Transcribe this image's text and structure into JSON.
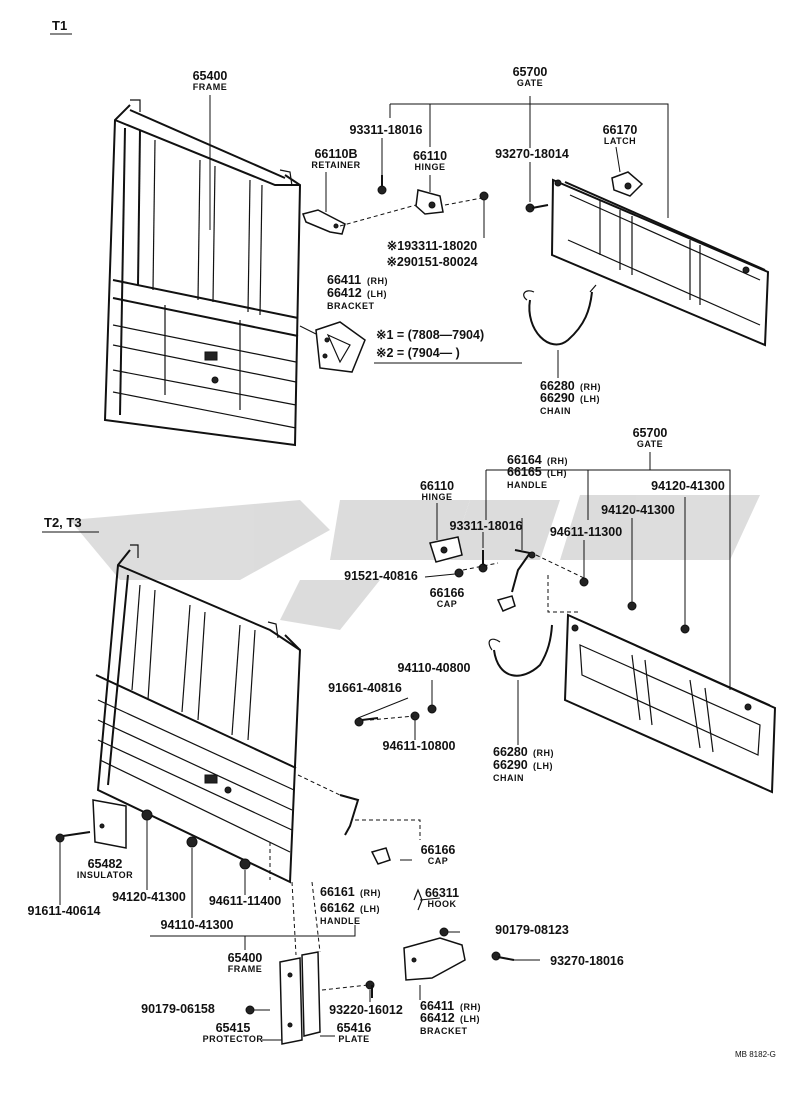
{
  "sections": {
    "t1": "T1",
    "t2": "T2, T3"
  },
  "footer_code": "MB 8182-G",
  "date_notes": {
    "n1": "※1 = (7808—7904)",
    "n2": "※2 = (7904—          )"
  },
  "labels": [
    {
      "id": "t1-frame",
      "pn": "65400",
      "name": "FRAME"
    },
    {
      "id": "t1-gate",
      "pn": "65700",
      "name": "GATE"
    },
    {
      "id": "t1-93311",
      "pn": "93311-18016",
      "name": ""
    },
    {
      "id": "t1-retainer",
      "pn": "66110B",
      "name": "RETAINER"
    },
    {
      "id": "t1-hinge",
      "pn": "66110",
      "name": "HINGE"
    },
    {
      "id": "t1-93270",
      "pn": "93270-18014",
      "name": ""
    },
    {
      "id": "t1-latch",
      "pn": "66170",
      "name": "LATCH"
    },
    {
      "id": "t1-n1",
      "pn": "※193311-18020",
      "name": ""
    },
    {
      "id": "t1-n2",
      "pn": "※290151-80024",
      "name": ""
    },
    {
      "id": "t1-bracket-rh",
      "pn": "66411",
      "name": "(RH)"
    },
    {
      "id": "t1-bracket-lh",
      "pn": "66412",
      "name": "(LH)"
    },
    {
      "id": "t1-bracket",
      "pn": "",
      "name": "BRACKET"
    },
    {
      "id": "t1-chain-rh",
      "pn": "66280",
      "name": "(RH)"
    },
    {
      "id": "t1-chain-lh",
      "pn": "66290",
      "name": "(LH)"
    },
    {
      "id": "t1-chain",
      "pn": "",
      "name": "CHAIN"
    },
    {
      "id": "t2-gate",
      "pn": "65700",
      "name": "GATE"
    },
    {
      "id": "t2-hinge",
      "pn": "66110",
      "name": "HINGE"
    },
    {
      "id": "t2-handle-rh",
      "pn": "66164",
      "name": "(RH)"
    },
    {
      "id": "t2-handle-lh",
      "pn": "66165",
      "name": "(LH)"
    },
    {
      "id": "t2-handle",
      "pn": "",
      "name": "HANDLE"
    },
    {
      "id": "t2-94120a",
      "pn": "94120-41300",
      "name": ""
    },
    {
      "id": "t2-94120b",
      "pn": "94120-41300",
      "name": ""
    },
    {
      "id": "t2-93311",
      "pn": "93311-18016",
      "name": ""
    },
    {
      "id": "t2-94611a",
      "pn": "94611-11300",
      "name": ""
    },
    {
      "id": "t2-91521",
      "pn": "91521-40816",
      "name": ""
    },
    {
      "id": "t2-cap1",
      "pn": "66166",
      "name": "CAP"
    },
    {
      "id": "t2-94110a",
      "pn": "94110-40800",
      "name": ""
    },
    {
      "id": "t2-91661",
      "pn": "91661-40816",
      "name": ""
    },
    {
      "id": "t2-94611b",
      "pn": "94611-10800",
      "name": ""
    },
    {
      "id": "t2-chain-rh",
      "pn": "66280",
      "name": "(RH)"
    },
    {
      "id": "t2-chain-lh",
      "pn": "66290",
      "name": "(LH)"
    },
    {
      "id": "t2-chain",
      "pn": "",
      "name": "CHAIN"
    },
    {
      "id": "t2-insulator",
      "pn": "65482",
      "name": "INSULATOR"
    },
    {
      "id": "t2-91611",
      "pn": "91611-40614",
      "name": ""
    },
    {
      "id": "t2-94120c",
      "pn": "94120-41300",
      "name": ""
    },
    {
      "id": "t2-94110b",
      "pn": "94110-41300",
      "name": ""
    },
    {
      "id": "t2-94611c",
      "pn": "94611-11400",
      "name": ""
    },
    {
      "id": "t2-cap2",
      "pn": "66166",
      "name": "CAP"
    },
    {
      "id": "t2-handle2-rh",
      "pn": "66161",
      "name": "(RH)"
    },
    {
      "id": "t2-handle2-lh",
      "pn": "66162",
      "name": "(LH)"
    },
    {
      "id": "t2-handle2",
      "pn": "",
      "name": "HANDLE"
    },
    {
      "id": "t2-hook",
      "pn": "66311",
      "name": "HOOK"
    },
    {
      "id": "t2-90179a",
      "pn": "90179-08123",
      "name": ""
    },
    {
      "id": "t2-93270",
      "pn": "93270-18016",
      "name": ""
    },
    {
      "id": "t2-frame",
      "pn": "65400",
      "name": "FRAME"
    },
    {
      "id": "t2-93220",
      "pn": "93220-16012",
      "name": ""
    },
    {
      "id": "t2-90179b",
      "pn": "90179-06158",
      "name": ""
    },
    {
      "id": "t2-protector",
      "pn": "65415",
      "name": "PROTECTOR"
    },
    {
      "id": "t2-plate",
      "pn": "65416",
      "name": "PLATE"
    },
    {
      "id": "t2-bracket-rh",
      "pn": "66411",
      "name": "(RH)"
    },
    {
      "id": "t2-bracket-lh",
      "pn": "66412",
      "name": "(LH)"
    },
    {
      "id": "t2-bracket",
      "pn": "",
      "name": "BRACKET"
    }
  ]
}
